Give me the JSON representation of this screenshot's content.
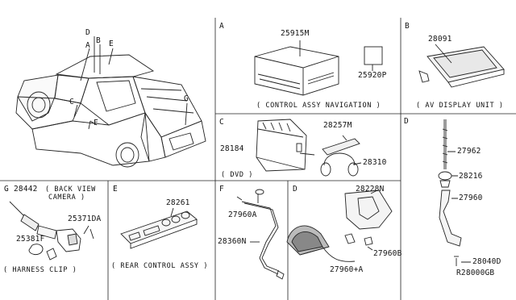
{
  "panels": {
    "truck": {
      "callouts": {
        "d": "D",
        "b": "B",
        "a": "A",
        "e": "E",
        "g": "G",
        "c": "C",
        "f": "F"
      }
    },
    "A": {
      "letter": "A",
      "parts": [
        "25915M",
        "25920P"
      ],
      "caption": "( CONTROL ASSY NAVIGATION )"
    },
    "B": {
      "letter": "B",
      "parts": [
        "28091"
      ],
      "caption": "( AV DISPLAY UNIT )"
    },
    "C": {
      "letter": "C",
      "parts": [
        "28257M",
        "28184",
        "28310"
      ],
      "caption": "( DVD )"
    },
    "D_antenna": {
      "letter": "D",
      "parts": [
        "27962",
        "28216",
        "27960",
        "28040D"
      ]
    },
    "G": {
      "letter": "G",
      "title_part": "28442",
      "title": "( BACK VIEW",
      "title2": "CAMERA )",
      "parts": [
        "25371DA",
        "25381F"
      ],
      "caption": "( HARNESS CLIP )"
    },
    "E": {
      "letter": "E",
      "parts": [
        "28261"
      ],
      "caption": "( REAR CONTROL ASSY )"
    },
    "F": {
      "letter": "F",
      "parts": [
        "27960A",
        "28360N"
      ]
    },
    "D_bottom": {
      "letter": "D",
      "parts": [
        "28228N",
        "27960B",
        "27960+A"
      ]
    }
  },
  "diagram_code": "R28000GB"
}
